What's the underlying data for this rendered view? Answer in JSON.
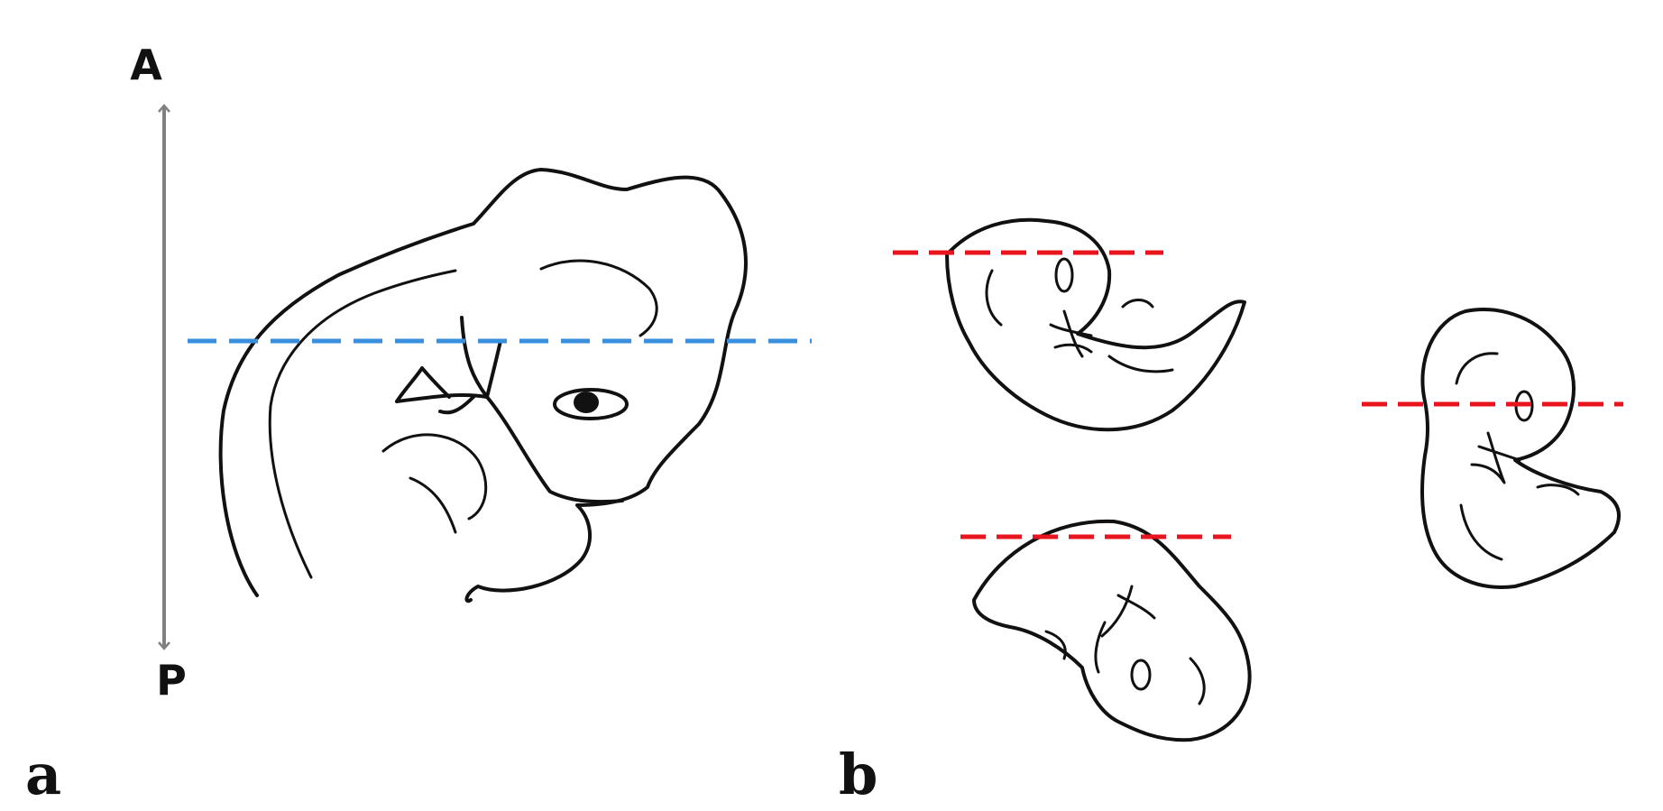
{
  "axis": {
    "top_label": "A",
    "bottom_label": "P",
    "color": "#808080"
  },
  "panels": {
    "a": {
      "label": "a"
    },
    "b": {
      "label": "b"
    }
  },
  "colors": {
    "section_plane_a": "#3a8fdc",
    "section_plane_b": "#e8141e",
    "ink": "#111111"
  }
}
